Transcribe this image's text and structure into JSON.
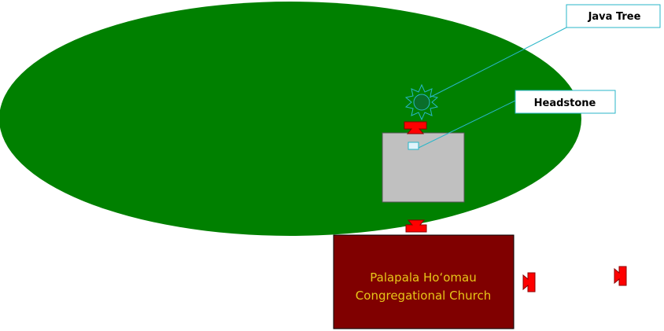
{
  "labels": {
    "java_tree": "Java Tree",
    "headstone": "Headstone",
    "church_line1": "Palapala Hoʻomau",
    "church_line2": "Congregational Church"
  },
  "colors": {
    "lawn": "#008000",
    "tree": "#0a6e2a",
    "tree_outline": "#29b6c8",
    "plot": "#c0c0c0",
    "plot_outline": "#555555",
    "church": "#800000",
    "church_text": "#e6c619",
    "camera": "#ff0000",
    "camera_outline": "#8b0000",
    "callout_line": "#29b6c8",
    "callout_border": "#29b6c8",
    "headstone_fill": "#e0f4fb"
  },
  "icons": {
    "camera": "camera-icon",
    "tree": "tree-icon",
    "headstone": "headstone-icon"
  }
}
